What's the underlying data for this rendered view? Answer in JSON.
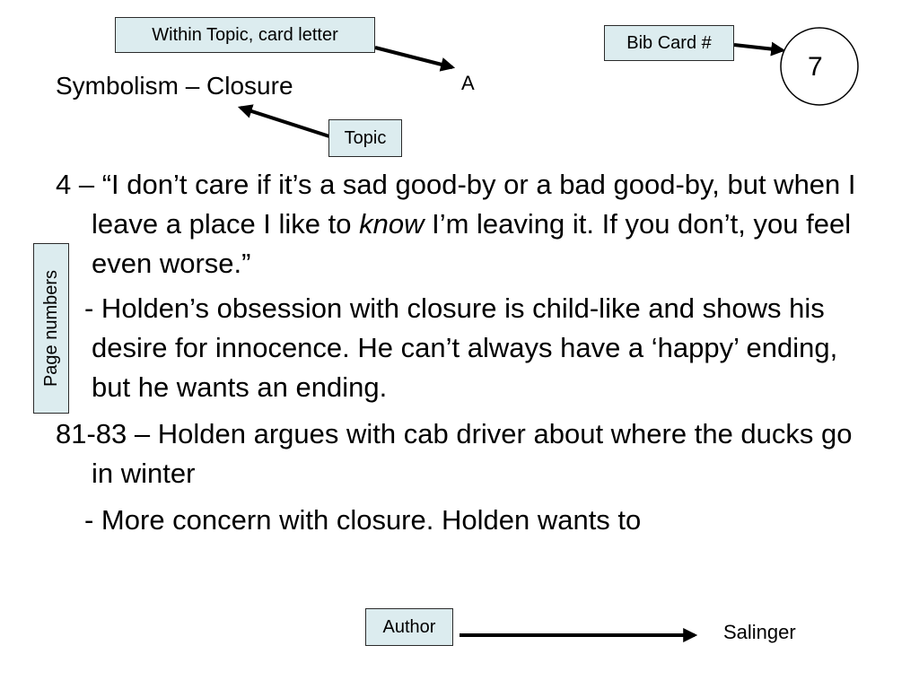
{
  "colors": {
    "callout_fill": "#dcecef",
    "callout_border": "#2b2b2b",
    "arrow": "#000000"
  },
  "labels": {
    "within_topic": "Within Topic, card letter",
    "bib_card": "Bib Card #",
    "topic": "Topic",
    "page_numbers": "Page numbers",
    "author": "Author"
  },
  "card": {
    "letter": "A",
    "number": "7",
    "topic": "Symbolism – Closure",
    "author": "Salinger"
  },
  "notes": {
    "entry1_page": "4",
    "entry1_quote_a": " – “I don’t care if it’s a sad good-by or a bad good-by, but when I leave a place I like to ",
    "entry1_quote_em": "know",
    "entry1_quote_b": " I’m leaving it.  If you don’t, you feel even worse.”",
    "entry1_comment": "- Holden’s obsession with closure is child-like and shows his desire for innocence. He can’t always have a ‘happy’ ending, but he wants an ending.",
    "entry2_page": "81-83",
    "entry2_text": " – Holden argues with cab driver about where the ducks go in winter",
    "entry2_comment": "- More concern with closure.  Holden wants to"
  },
  "icons": [
    "arrow-icon",
    "circle-icon"
  ]
}
